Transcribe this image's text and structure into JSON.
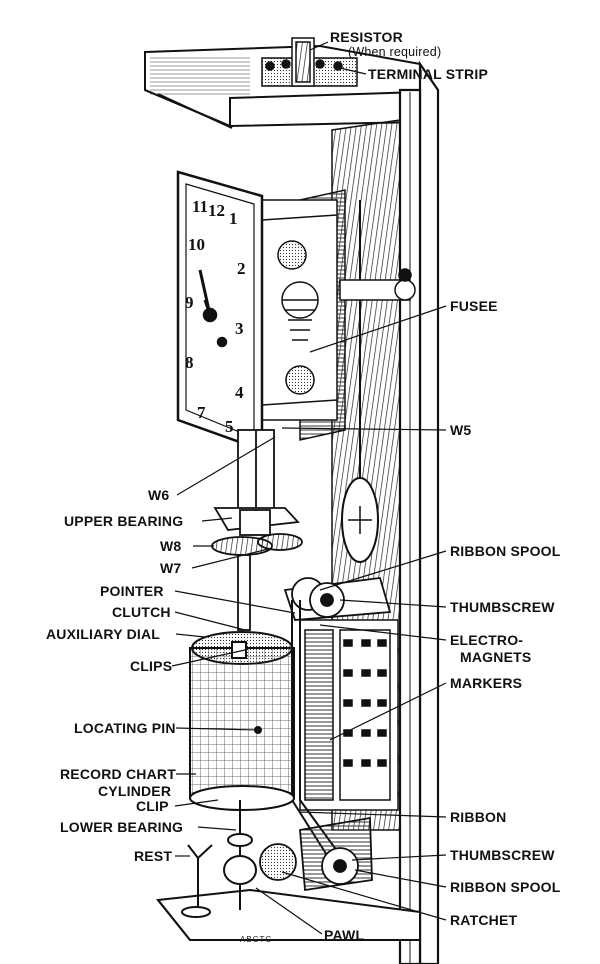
{
  "labels": {
    "resistor": "RESISTOR",
    "resistor_note": "(When required)",
    "terminal_strip": "TERMINAL STRIP",
    "fusee": "FUSEE",
    "w5": "W5",
    "w6": "W6",
    "upper_bearing": "UPPER BEARING",
    "w8": "W8",
    "w7": "W7",
    "ribbon_spool_top": "RIBBON SPOOL",
    "pointer": "POINTER",
    "thumbscrew_top": "THUMBSCREW",
    "clutch": "CLUTCH",
    "electro_magnets_1": "ELECTRO-",
    "electro_magnets_2": "MAGNETS",
    "auxiliary_dial": "AUXILIARY DIAL",
    "clips": "CLIPS",
    "markers": "MARKERS",
    "locating_pin": "LOCATING PIN",
    "record_chart_1": "RECORD CHART",
    "record_chart_2": "CYLINDER",
    "clip": "CLIP",
    "ribbon": "RIBBON",
    "lower_bearing": "LOWER BEARING",
    "rest": "REST",
    "thumbscrew_bottom": "THUMBSCREW",
    "ribbon_spool_bottom": "RIBBON SPOOL",
    "ratchet": "RATCHET",
    "pawl": "PAWL"
  },
  "clock_numerals": [
    "11",
    "12",
    "1",
    "2",
    "3",
    "4",
    "5",
    "7",
    "8",
    "9",
    "10"
  ],
  "signature": "ABCTC"
}
